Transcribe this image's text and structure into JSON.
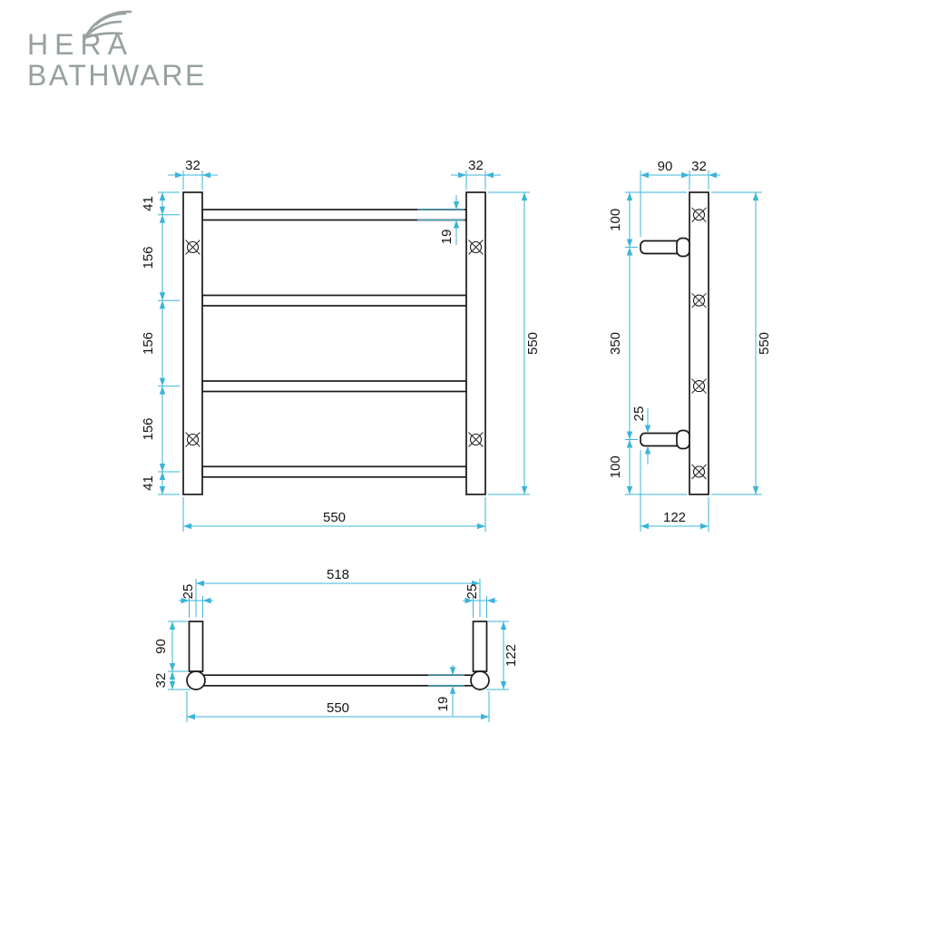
{
  "brand": {
    "line1": "HERA",
    "line2": "BATHWARE"
  },
  "colors": {
    "dimension_line": "#3bb4d8",
    "outline": "#1a1a1a",
    "logo_gray": "#96a29b",
    "background": "#ffffff"
  },
  "icons": {
    "logo_leaf": "leaf-icon"
  },
  "views": {
    "front": {
      "post_width_left": "32",
      "post_width_right": "32",
      "left_chain": [
        "41",
        "156",
        "156",
        "156",
        "41"
      ],
      "bar_thickness": "19",
      "overall_height": "550",
      "overall_width": "550"
    },
    "side": {
      "bracket_length": "90",
      "post_width": "32",
      "left_chain": [
        "100",
        "350",
        "100"
      ],
      "bracket_thickness": "25",
      "overall_height": "550",
      "overall_depth": "122"
    },
    "top": {
      "rail_centres": "518",
      "post_width_left": "25",
      "post_width_right": "25",
      "bracket_length": "90",
      "post_diameter": "32",
      "overall_depth": "122",
      "bar_diameter": "19",
      "overall_width": "550"
    }
  }
}
